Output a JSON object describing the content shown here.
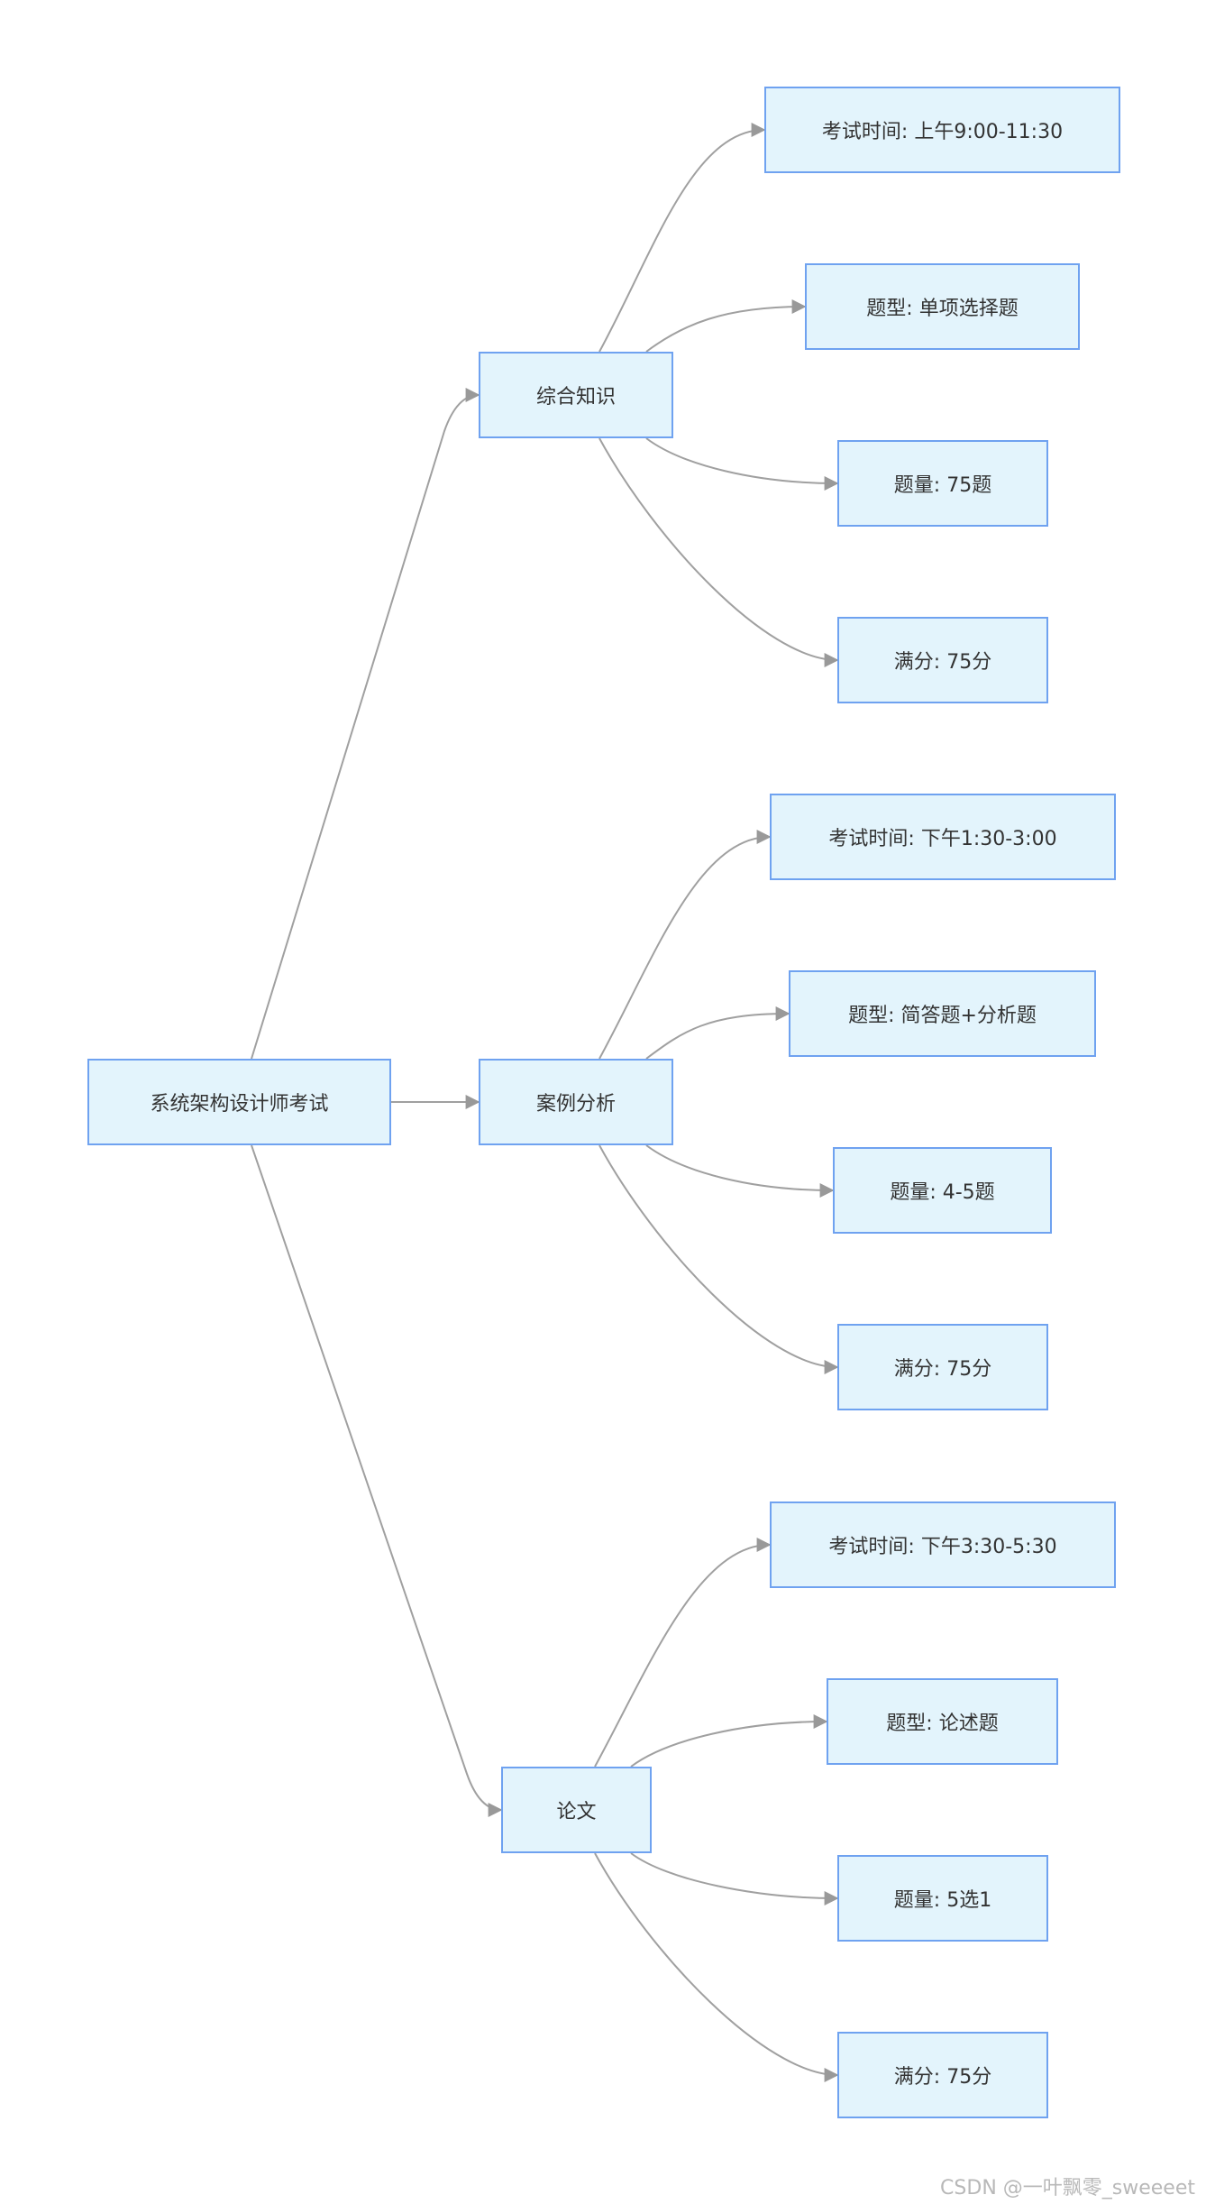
{
  "root": {
    "label": "系统架构设计师考试"
  },
  "groups": [
    {
      "label": "综合知识",
      "items": [
        "考试时间: 上午9:00-11:30",
        "题型: 单项选择题",
        "题量: 75题",
        "满分: 75分"
      ]
    },
    {
      "label": "案例分析",
      "items": [
        "考试时间: 下午1:30-3:00",
        "题型: 简答题+分析题",
        "题量: 4-5题",
        "满分: 75分"
      ]
    },
    {
      "label": "论文",
      "items": [
        "考试时间: 下午3:30-5:30",
        "题型: 论述题",
        "题量: 5选1",
        "满分: 75分"
      ]
    }
  ],
  "watermark": "CSDN @一叶飘零_sweeeet",
  "colors": {
    "node_fill": "#e3f4fc",
    "node_border": "#6fa2f0",
    "edge": "#a0a0a0",
    "text": "#333333"
  }
}
